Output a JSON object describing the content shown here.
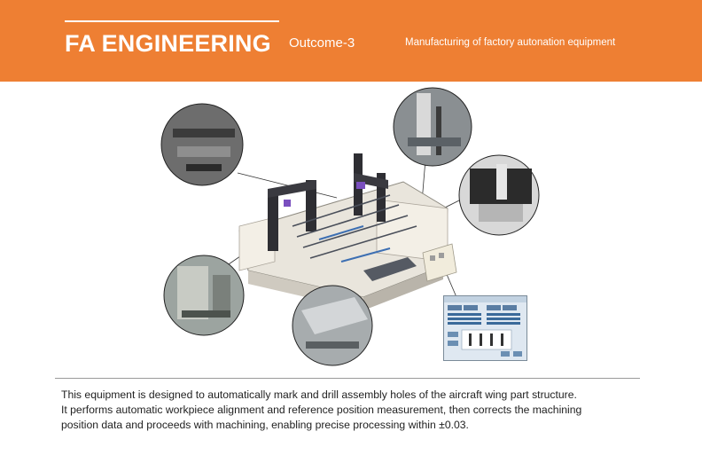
{
  "header": {
    "brand": "FA ENGINEERING",
    "subtitle": "Outcome-3",
    "caption": "Manufacturing of factory autonation equipment",
    "accent_color": "#ee7f33"
  },
  "description": [
    "This equipment is designed to automatically mark and drill assembly holes of the aircraft wing part structure.",
    "It performs automatic workpiece alignment and reference position measurement, then corrects the machining",
    "position data and proceeds with machining, enabling precise processing within ±0.03."
  ]
}
